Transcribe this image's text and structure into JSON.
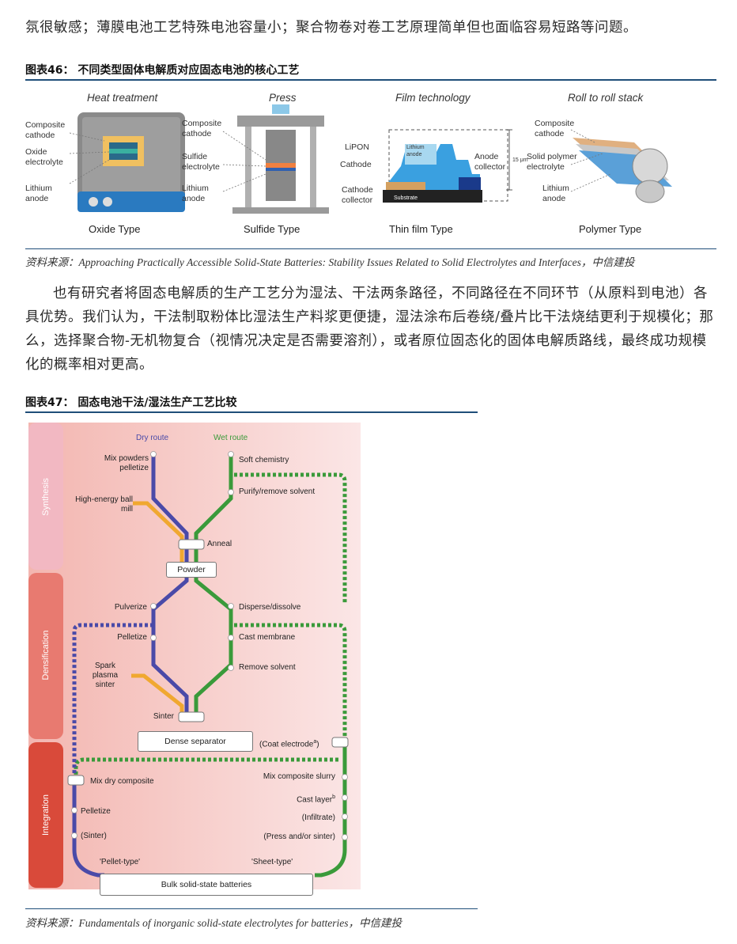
{
  "intro_line": "氛很敏感；薄膜电池工艺特殊电池容量小；聚合物卷对卷工艺原理简单但也面临容易短路等问题。",
  "figure46": {
    "title": "图表46：  不同类型固体电解质对应固态电池的核心工艺",
    "panels": [
      {
        "title": "Heat treatment",
        "caption": "Oxide Type",
        "labels": [
          "Composite cathode",
          "Oxide electrolyte",
          "Lithium anode"
        ]
      },
      {
        "title": "Press",
        "caption": "Sulfide Type",
        "labels": [
          "Composite cathode",
          "Sulfide electrolyte",
          "Lithium anode"
        ]
      },
      {
        "title": "Film technology",
        "caption": "Thin film Type",
        "labels": [
          "LiPON",
          "Cathode",
          "Cathode collector",
          "Anode collector",
          "Lithium anode",
          "Substrate",
          "15 μm"
        ]
      },
      {
        "title": "Roll to roll stack",
        "caption": "Polymer Type",
        "labels": [
          "Composite cathode",
          "Solid polymer electrolyte",
          "Lithium anode"
        ]
      }
    ],
    "source": "资料来源：Approaching Practically Accessible Solid-State Batteries: Stability Issues Related to Solid Electrolytes and Interfaces，中信建投"
  },
  "paragraph": [
    "也有研究者将固态电解质的生产工艺分为湿法、干法两条路径，不同路径在不同环节（从原料到电池）各",
    "具优势。我们认为，干法制取粉体比湿法生产料浆更便捷，湿法涂布后卷绕/叠片比干法烧结更利于规模化；那",
    "么，选择聚合物-无机物复合（视情况决定是否需要溶剂），或者原位固态化的固体电解质路线，最终成功规模",
    "化的概率相对更高。"
  ],
  "figure47": {
    "title": "图表47：  固态电池干法/湿法生产工艺比较",
    "routes": {
      "dry": "Dry route",
      "wet": "Wet route"
    },
    "stages": [
      "Synthesis",
      "Densification",
      "Integration"
    ],
    "dry_steps": {
      "mix": "Mix powders pelletize",
      "mill": "High-energy ball mill",
      "pulverize": "Pulverize",
      "pelletize": "Pelletize",
      "sps": "Spark plasma sinter",
      "sinter": "Sinter",
      "mix_dry": "Mix dry composite",
      "pelletize2": "Pelletize",
      "sinter2": "(Sinter)",
      "pellet_type": "'Pellet-type'"
    },
    "wet_steps": {
      "soft": "Soft chemistry",
      "purify": "Purify/remove solvent",
      "disperse": "Disperse/dissolve",
      "cast": "Cast membrane",
      "remove": "Remove solvent",
      "coat": "(Coat electrode",
      "coat_sup": "a",
      "slurry": "Mix composite slurry",
      "layer": "Cast layer",
      "layer_sup": "b",
      "infiltrate": "(Infiltrate)",
      "press": "(Press and/or sinter)",
      "sheet_type": "'Sheet-type'"
    },
    "shared": {
      "anneal": "Anneal",
      "powder": "Powder",
      "dense": "Dense separator",
      "bulk": "Bulk solid-state batteries"
    },
    "colors": {
      "dry": "#4a4aa8",
      "wet": "#3a9a3a",
      "mill": "#f0a830",
      "stage1": "#f2b8c2",
      "stage2": "#e87a70",
      "stage3": "#d94a3a"
    },
    "source": "资料来源：Fundamentals of inorganic solid-state electrolytes for batteries，中信建投"
  }
}
